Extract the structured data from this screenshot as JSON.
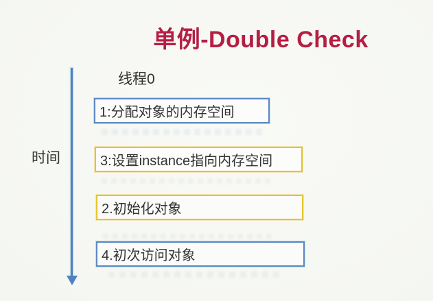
{
  "title": "单例-Double Check",
  "timeline": {
    "axis_label": "时间",
    "thread_label": "线程0"
  },
  "steps": [
    {
      "label": "1:分配对象的内存空间",
      "border": "blue"
    },
    {
      "label": "3:设置instance指向内存空间",
      "border": "yellow"
    },
    {
      "label": "2.初始化对象",
      "border": "yellow"
    },
    {
      "label": "4.初次访问对象",
      "border": "blue"
    }
  ],
  "colors": {
    "title": "#b51e43",
    "blue_border": "#5d89c4",
    "yellow_border": "#e8c32d",
    "arrow": "#4e81be",
    "text": "#333333",
    "background": "#f9faf6"
  }
}
